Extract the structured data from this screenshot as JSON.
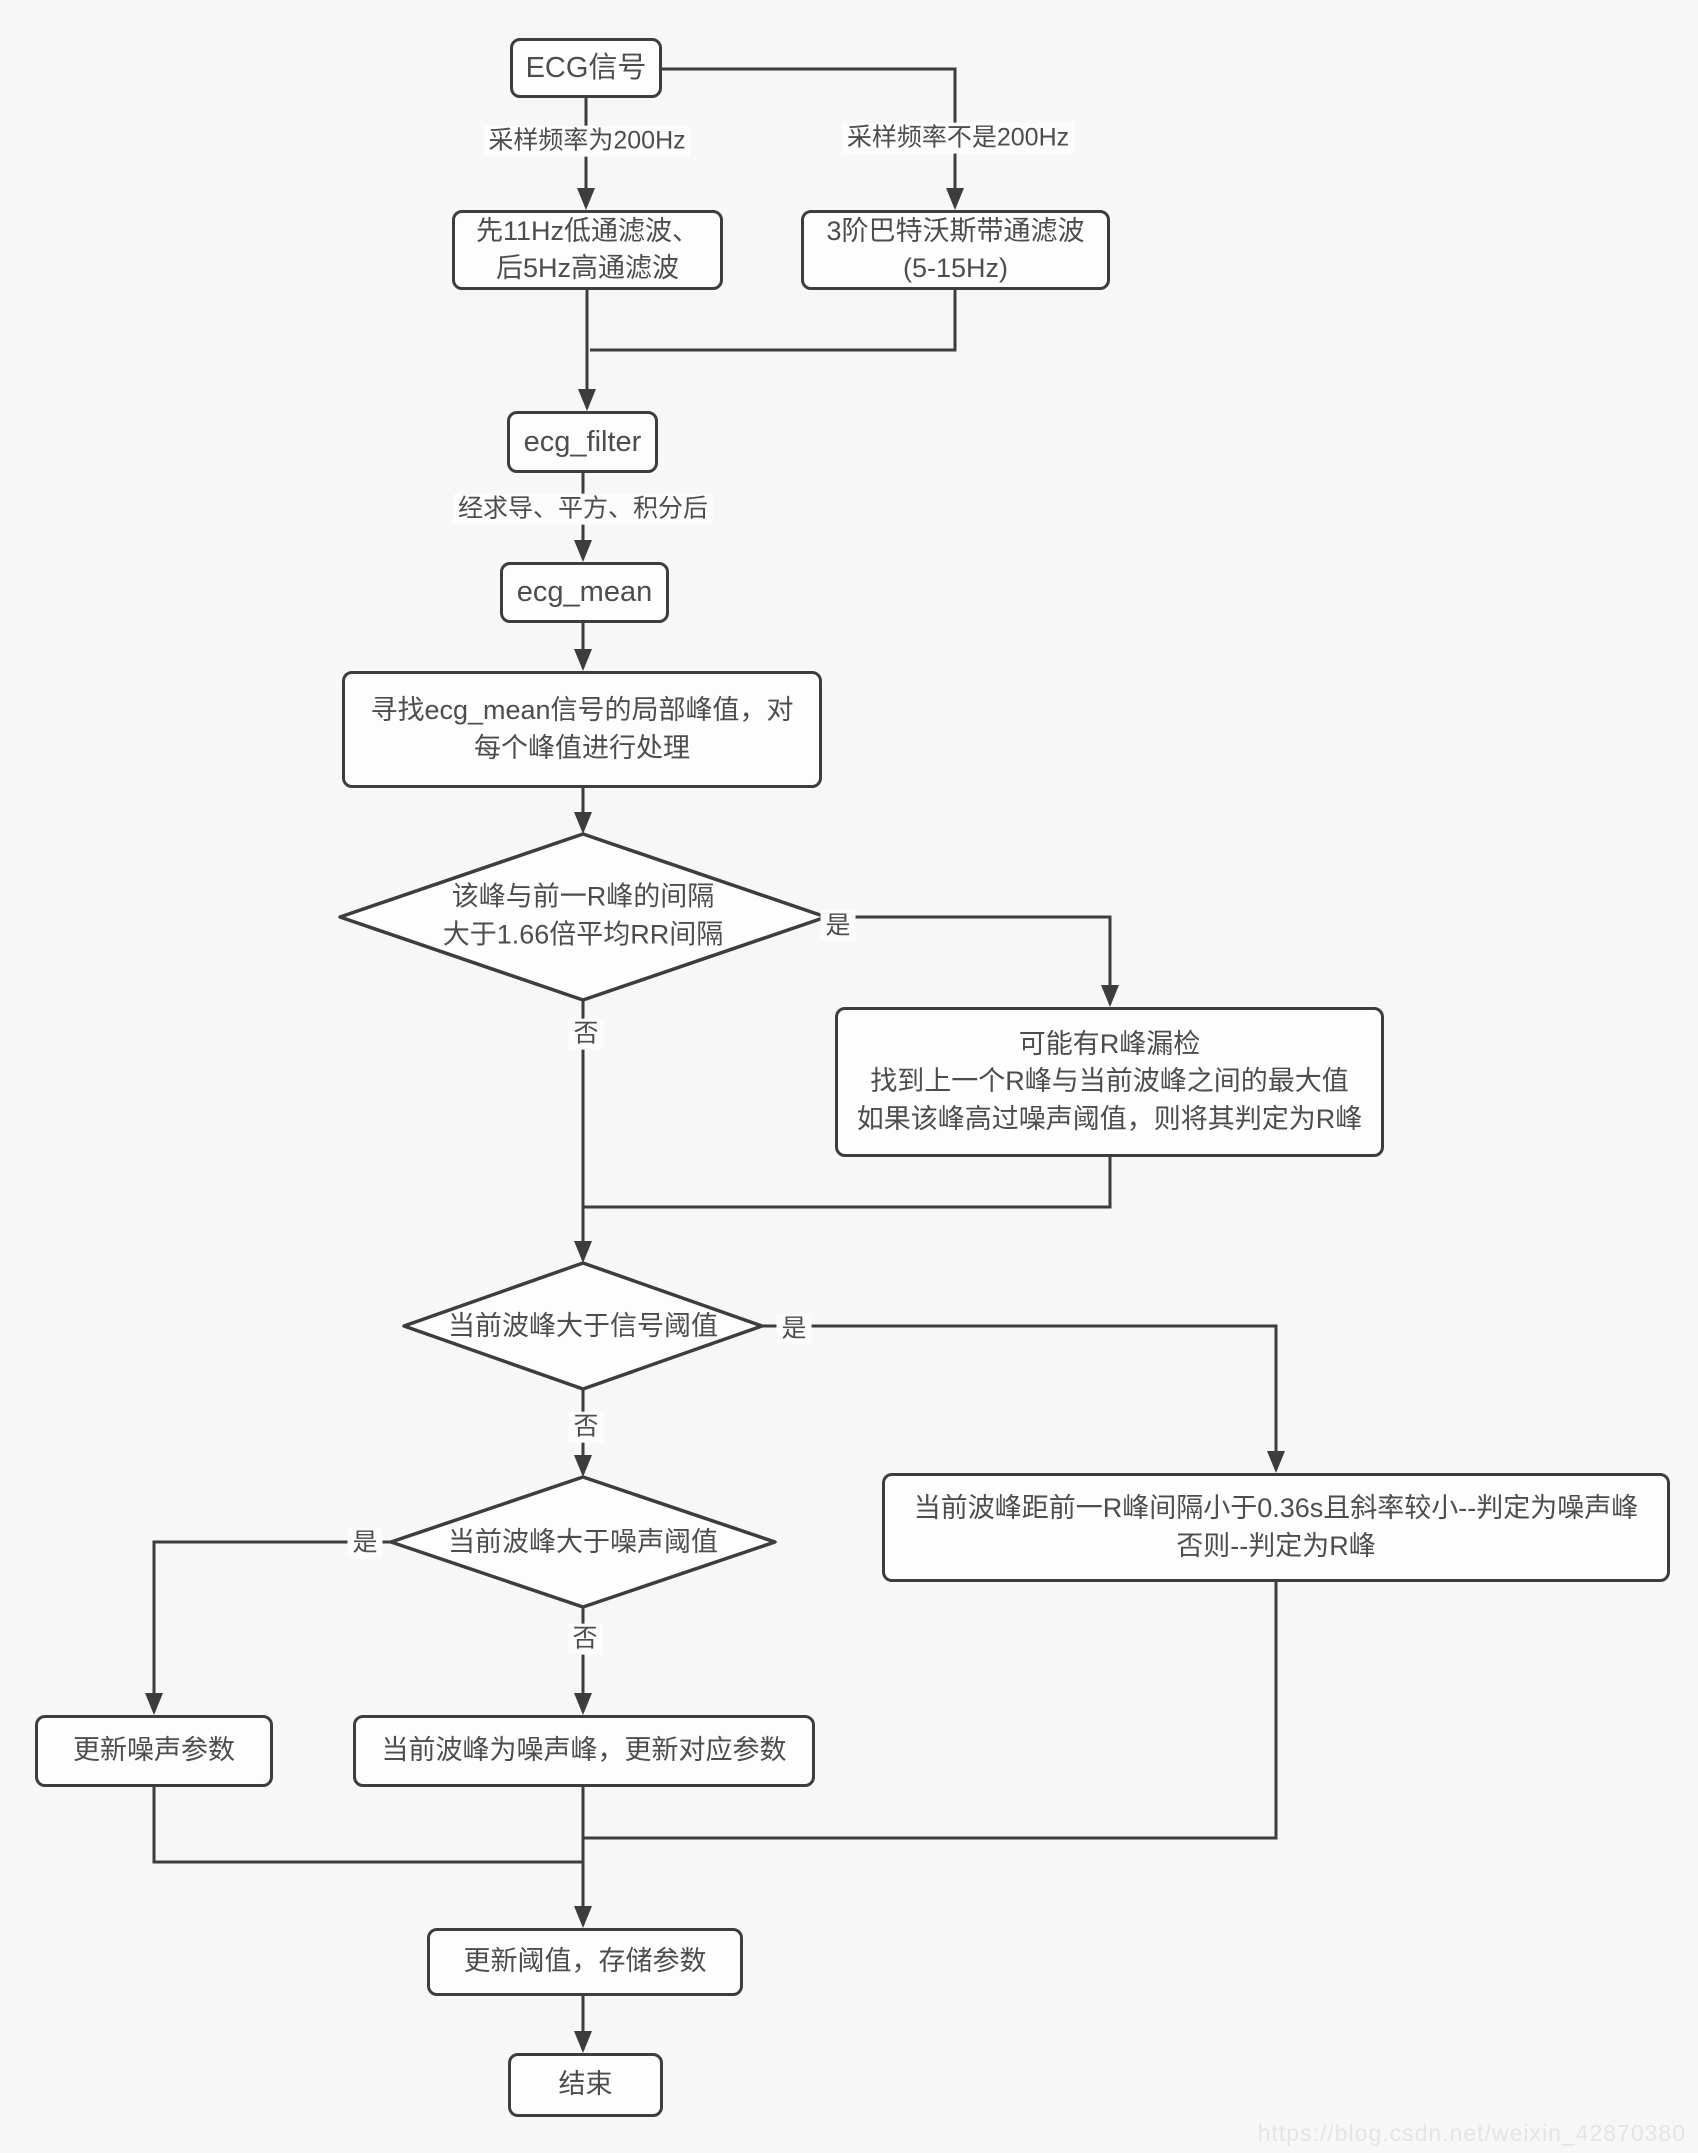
{
  "page": {
    "background": "#f7f7f7",
    "watermark": "https://blog.csdn.net/weixin_42870380"
  },
  "colors": {
    "node_border": "#3d3d3d",
    "node_fill": "#fdfdfd",
    "edge_line": "#3d3d3d",
    "text": "#4d4d4d",
    "watermark_text": "#e4e4e4"
  },
  "nodes": {
    "ecg_signal": {
      "label": "ECG信号"
    },
    "filter_200hz": {
      "line1": "先11Hz低通滤波、",
      "line2": "后5Hz高通滤波"
    },
    "filter_butterworth": {
      "line1": "3阶巴特沃斯带通滤波",
      "line2": "(5-15Hz)"
    },
    "ecg_filter": {
      "label": "ecg_filter"
    },
    "ecg_mean": {
      "label": "ecg_mean"
    },
    "find_peaks": {
      "line1": "寻找ecg_mean信号的局部峰值，对",
      "line2": "每个峰值进行处理"
    },
    "missed_rpeak": {
      "line1": "可能有R峰漏检",
      "line2": "找到上一个R峰与当前波峰之间的最大值",
      "line3": "如果该峰高过噪声阈值，则将其判定为R峰"
    },
    "classify_peak": {
      "line1": "当前波峰距前一R峰间隔小于0.36s且斜率较小--判定为噪声峰",
      "line2": "否则--判定为R峰"
    },
    "update_noise": {
      "label": "更新噪声参数"
    },
    "noise_peak": {
      "label": "当前波峰为噪声峰，更新对应参数"
    },
    "update_threshold": {
      "label": "更新阈值，存储参数"
    },
    "end": {
      "label": "结束"
    }
  },
  "decisions": {
    "rr_interval": {
      "line1": "该峰与前一R峰的间隔",
      "line2": "大于1.66倍平均RR间隔"
    },
    "signal_threshold": {
      "label": "当前波峰大于信号阈值"
    },
    "noise_threshold": {
      "label": "当前波峰大于噪声阈值"
    }
  },
  "edge_labels": {
    "sample_rate_200": "采样频率为200Hz",
    "sample_rate_not_200": "采样频率不是200Hz",
    "derivative_square_integral": "经求导、平方、积分后",
    "yes1": "是",
    "no1": "否",
    "yes2": "是",
    "no2": "否",
    "yes3": "是",
    "no3": "否"
  }
}
